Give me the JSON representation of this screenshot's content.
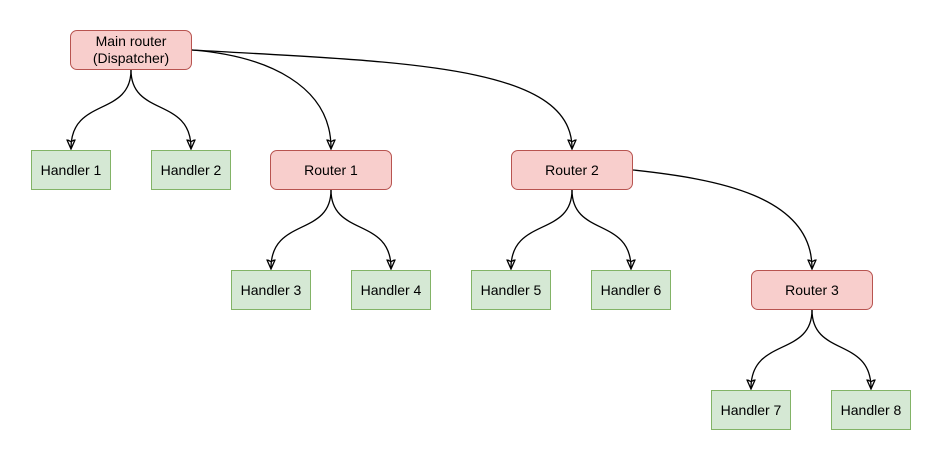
{
  "diagram": {
    "colors": {
      "router_fill": "#f8cecc",
      "router_border": "#b85450",
      "handler_fill": "#d5e8d4",
      "handler_border": "#82b366",
      "edge": "#000000",
      "background": "#ffffff"
    },
    "nodes": {
      "main_router": {
        "lines": [
          "Main router",
          "(Dispatcher)"
        ],
        "type": "router"
      },
      "router_1": {
        "label": "Router 1",
        "type": "router"
      },
      "router_2": {
        "label": "Router 2",
        "type": "router"
      },
      "router_3": {
        "label": "Router 3",
        "type": "router"
      },
      "handler_1": {
        "label": "Handler 1",
        "type": "handler"
      },
      "handler_2": {
        "label": "Handler 2",
        "type": "handler"
      },
      "handler_3": {
        "label": "Handler 3",
        "type": "handler"
      },
      "handler_4": {
        "label": "Handler 4",
        "type": "handler"
      },
      "handler_5": {
        "label": "Handler 5",
        "type": "handler"
      },
      "handler_6": {
        "label": "Handler 6",
        "type": "handler"
      },
      "handler_7": {
        "label": "Handler 7",
        "type": "handler"
      },
      "handler_8": {
        "label": "Handler 8",
        "type": "handler"
      }
    },
    "edges": [
      {
        "from": "main_router",
        "to": "handler_1"
      },
      {
        "from": "main_router",
        "to": "handler_2"
      },
      {
        "from": "main_router",
        "to": "router_1"
      },
      {
        "from": "main_router",
        "to": "router_2"
      },
      {
        "from": "router_1",
        "to": "handler_3"
      },
      {
        "from": "router_1",
        "to": "handler_4"
      },
      {
        "from": "router_2",
        "to": "handler_5"
      },
      {
        "from": "router_2",
        "to": "handler_6"
      },
      {
        "from": "router_2",
        "to": "router_3"
      },
      {
        "from": "router_3",
        "to": "handler_7"
      },
      {
        "from": "router_3",
        "to": "handler_8"
      }
    ]
  }
}
